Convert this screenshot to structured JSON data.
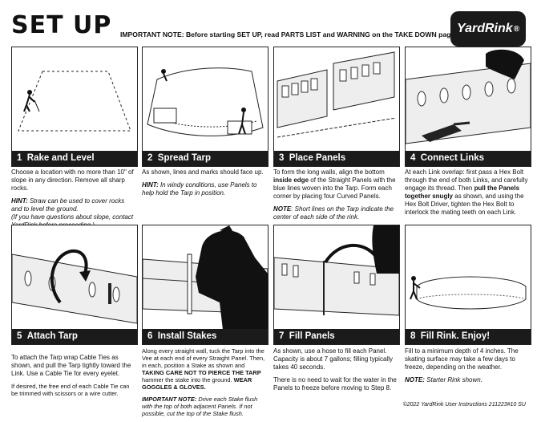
{
  "header": {
    "title": "SET UP",
    "note": "IMPORTANT NOTE: Before starting SET UP, read PARTS LIST and WARNING on the TAKE DOWN page.",
    "logo": "YardRink",
    "logo_mark": "®"
  },
  "steps": [
    {
      "number": "1",
      "title": "Rake and Level",
      "body": "Choose a location with no more than 10\" of slope in any direction.  Remove all sharp rocks.",
      "hint_label": "HINT:",
      "hint": " Straw can be used to cover rocks and to level the ground.",
      "extra": "(If you have questions about slope, contact YardRink before proceeding.)"
    },
    {
      "number": "2",
      "title": "Spread Tarp",
      "body": "As shown, lines and marks should face up.",
      "hint_label": "HINT:",
      "hint": "  In windy conditions, use Panels to help hold the Tarp in position."
    },
    {
      "number": "3",
      "title": "Place Panels",
      "body_a": "To form the long walls, align the bottom ",
      "body_bold": "inside edge",
      "body_b": " of the Straight Panels with the blue lines woven into the Tarp.   Form each corner by placing four Curved Panels.",
      "note_label": "NOTE",
      "note": ": Short lines on the Tarp indicate the center of each side of the rink."
    },
    {
      "number": "4",
      "title": "Connect Links",
      "body_a": "At each Link overlap: first pass a Hex Bolt through the end of both Links, and carefully engage its thread. Then ",
      "body_bold": "pull the Panels together snugly",
      "body_b": " as shown, and using the Hex Bolt Driver, tighten the Hex Bolt to interlock the mating teeth on each Link."
    },
    {
      "number": "5",
      "title": "Attach Tarp",
      "body": "To attach the Tarp wrap Cable Ties as shown, and pull the Tarp tightly toward the Link.  Use a Cable Tie for every eyelet.",
      "extra": "If desired, the free end of each Cable Tie can be trimmed with scissors or a wire cutter."
    },
    {
      "number": "6",
      "title": "Install Stakes",
      "body_a": "Along every straight wall, tuck the Tarp into the Vee at each end of every Straight Panel. Then, in each, position a Stake as shown and ",
      "body_bold": "TAKING CARE NOT TO PIERCE THE TARP",
      "body_b": " hammer the stake into the ground.  ",
      "body_bold2": "WEAR GOGGLES & GLOVES.",
      "hint_label": "IMPORTANT NOTE:",
      "hint": "  Drive each Stake flush with the top of both adjacent Panels.  If not possible, cut the top of the Stake flush."
    },
    {
      "number": "7",
      "title": "Fill Panels",
      "body": "As shown, use a hose to fill each Panel. Capacity is about 7 gallons; filling typically takes 40 seconds.",
      "extra": "There is no need to wait for the water in the Panels to freeze before moving to Step 8."
    },
    {
      "number": "8",
      "title": "Fill Rink.  Enjoy!",
      "body": "Fill to a minimum depth of 4 inches. The skating surface may take a few days to freeze, depending on the weather.",
      "note_label": "NOTE:",
      "note": "  Starter Rink shown."
    }
  ],
  "footer": "©2022 YardRink User Instructions 211223#10 SU"
}
